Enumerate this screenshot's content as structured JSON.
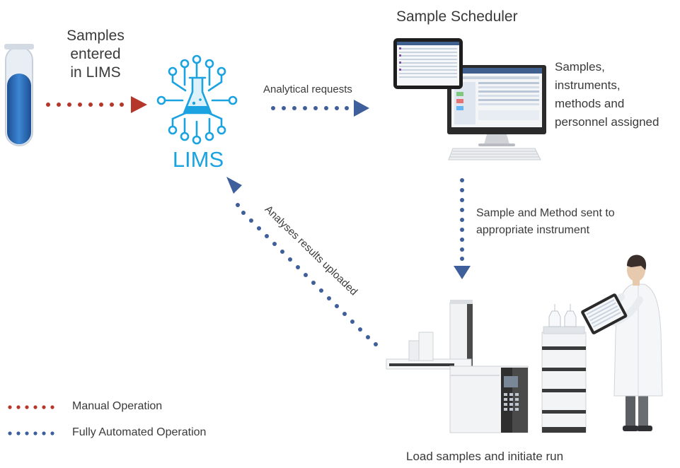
{
  "flow": {
    "samples_entered": [
      "Samples",
      "entered",
      "in LIMS"
    ],
    "lims_label": "LIMS",
    "analytical_requests": "Analytical requests",
    "scheduler_title": "Sample Scheduler",
    "scheduler_assigned": [
      "Samples,",
      "instruments,",
      "methods and",
      "personnel assigned"
    ],
    "sent_to_instrument": [
      "Sample and Method sent to",
      "appropriate instrument"
    ],
    "results_uploaded": "Analyses results uploaded",
    "load_samples": "Load samples and initiate run"
  },
  "legend": {
    "manual": "Manual Operation",
    "automated": "Fully Automated Operation"
  },
  "colors": {
    "manual": "#b5372b",
    "automated": "#3e5f9c",
    "lims_accent": "#1aa3e0",
    "tube_blue": "#2f6db5"
  },
  "icons": [
    "test-tube-icon",
    "lims-flask-network-icon",
    "scheduler-computer-icon",
    "instrument-icon",
    "scientist-icon"
  ]
}
